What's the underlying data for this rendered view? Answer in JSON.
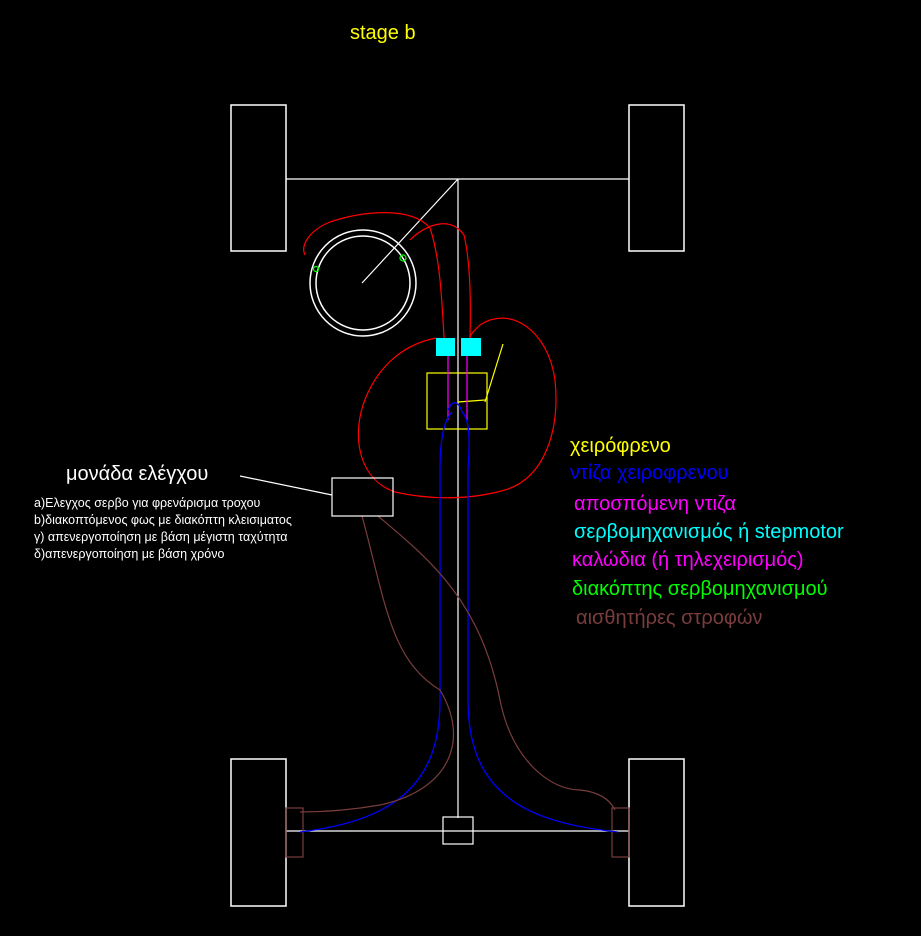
{
  "title": "stage b",
  "control_unit": {
    "title": "μονάδα ελέγχου",
    "items": [
      "a)Ελεγχος σερβο για φρενάρισμα τροχου",
      "b)διακοπτόμενος φως με διακόπτη κλεισιματος",
      "γ) απενεργοποίηση με βάση μέγιστη ταχύτητα",
      "δ)απενεργοποίηση με βάση χρόνο"
    ]
  },
  "legend": [
    {
      "label": "χειρόφρενο",
      "color": "#ffff00"
    },
    {
      "label": "ντίζα χειροφρενου",
      "color": "#0000ff"
    },
    {
      "label": "αποσπόμενη ντιζα",
      "color": "#ff00ff"
    },
    {
      "label": "σερβομηχανισμός ή stepmotor",
      "color": "#00ffff"
    },
    {
      "label": "καλώδια (ή τηλεχειρισμός)",
      "color": "#ff00ff"
    },
    {
      "label": "διακόπτης σερβομηχανισμού",
      "color": "#00ff00"
    },
    {
      "label": "αισθητήρες στροφών",
      "color": "#7a3d3d"
    }
  ],
  "colors": {
    "frame": "#ffffff",
    "title": "#ffff00",
    "wire": "#ff0000",
    "cable": "#0000ff",
    "detachable": "#ff00ff",
    "servo": "#00ffff",
    "switch": "#00ff00",
    "sensor": "#7a3d3d",
    "handbrake": "#ffff00"
  }
}
